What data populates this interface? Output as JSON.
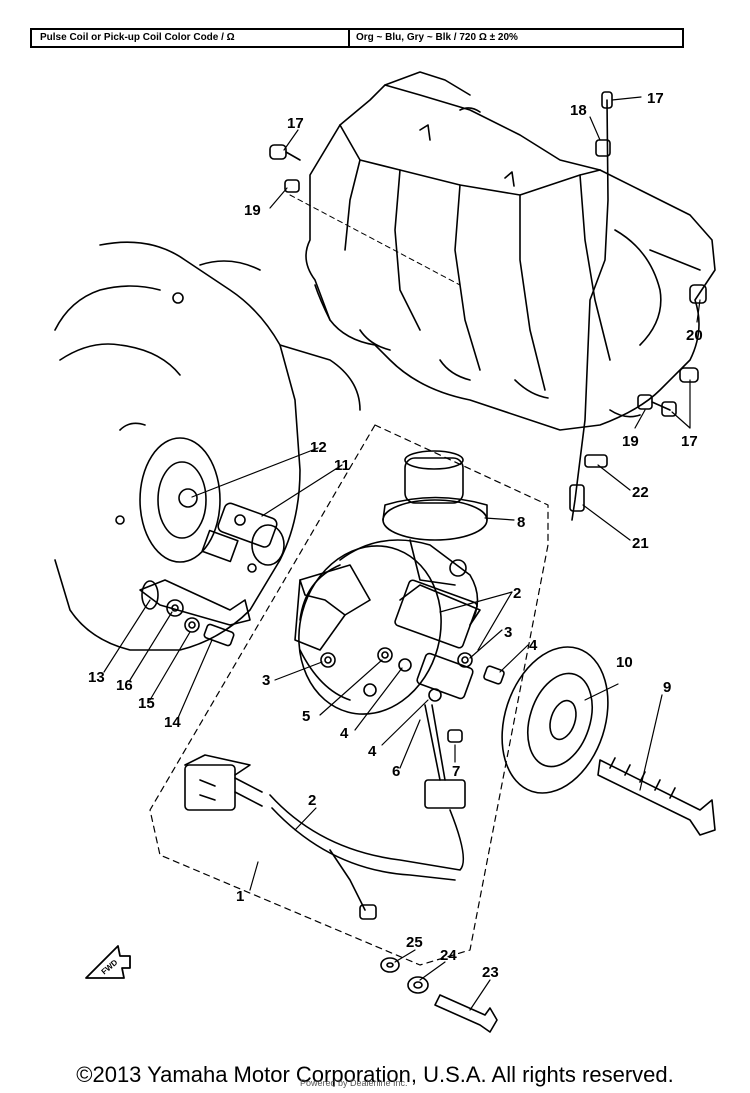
{
  "spec_table": {
    "label": "Pulse Coil or Pick-up Coil Color Code / Ω",
    "value": "Org ~ Blu, Gry ~ Blk / 720 Ω ± 20%"
  },
  "callouts": [
    "17",
    "18",
    "17",
    "19",
    "20",
    "19",
    "17",
    "22",
    "21",
    "12",
    "11",
    "8",
    "2",
    "3",
    "4",
    "10",
    "9",
    "13",
    "16",
    "15",
    "14",
    "3",
    "5",
    "4",
    "4",
    "6",
    "7",
    "2",
    "1",
    "25",
    "24",
    "23"
  ],
  "fwd_label": "FWD",
  "copyright": "©2013 Yamaha Motor Corporation, U.S.A. All rights reserved.",
  "watermark": "Powered by Dealerline Inc."
}
